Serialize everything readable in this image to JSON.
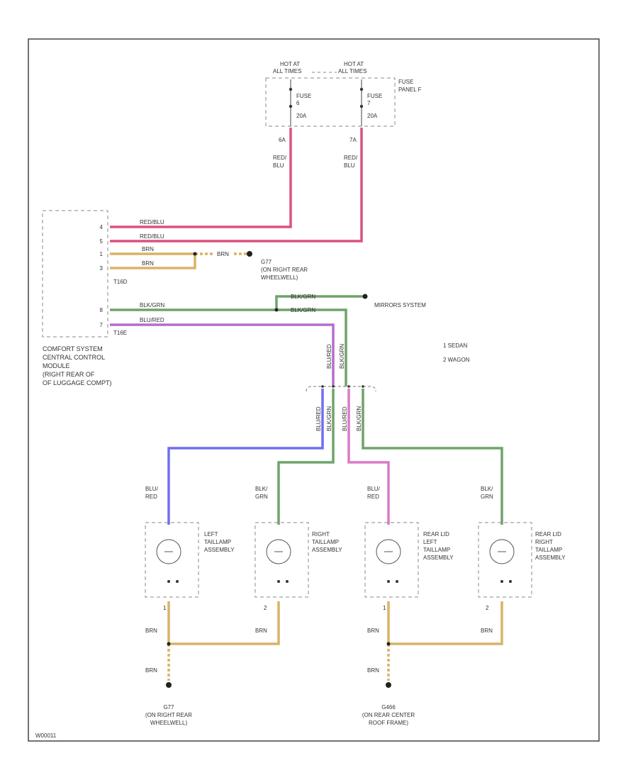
{
  "fuse_panel": {
    "hot_left": [
      "HOT AT",
      "ALL TIMES"
    ],
    "hot_right": [
      "HOT AT",
      "ALL TIMES"
    ],
    "fuse_left": [
      "FUSE",
      "6",
      "20A"
    ],
    "fuse_right": [
      "FUSE",
      "7",
      "20A"
    ],
    "panel_label": [
      "FUSE",
      "PANEL F"
    ],
    "pin_left": "6A",
    "pin_right": "7A",
    "wire_left": [
      "RED/",
      "BLU"
    ],
    "wire_right": [
      "RED/",
      "BLU"
    ]
  },
  "module": {
    "pins": [
      "4",
      "5",
      "1",
      "3",
      "8",
      "7"
    ],
    "wires": [
      "RED/BLU",
      "RED/BLU",
      "BRN",
      "BRN",
      "BLK/GRN",
      "BLU/RED"
    ],
    "conn_a": "T16D",
    "conn_b": "T16E",
    "label": [
      "COMFORT SYSTEM",
      "CENTRAL CONTROL",
      "MODULE",
      "(RIGHT REAR OF",
      "OF LUGGAGE COMPT)"
    ]
  },
  "ground_top": {
    "wire": "BRN",
    "label": [
      "G77",
      "(ON RIGHT REAR",
      "WHEELWELL)"
    ]
  },
  "splice": {
    "wire_a": "BLK/GRN",
    "wire_b": "BLK/GRN",
    "mirrors_label": "MIRRORS SYSTEM"
  },
  "legend": {
    "items": [
      "1  SEDAN",
      "2  WAGON"
    ]
  },
  "harness": {
    "upper": [
      "BLU/RED",
      "BLK/GRN"
    ],
    "lower": [
      "BLU/RED",
      "BLK/GRN",
      "BLU/RED",
      "BLK/GRN"
    ]
  },
  "lamps": [
    {
      "wire": [
        "BLU/",
        "RED"
      ],
      "label": [
        "LEFT",
        "TAILLAMP",
        "ASSEMBLY"
      ],
      "gnd_pin": "1",
      "gnd_wire": "BRN"
    },
    {
      "wire": [
        "BLK/",
        "GRN"
      ],
      "label": [
        "RIGHT",
        "TAILLAMP",
        "ASSEMBLY"
      ],
      "gnd_pin": "2",
      "gnd_wire": "BRN"
    },
    {
      "wire": [
        "BLU/",
        "RED"
      ],
      "label": [
        "REAR LID",
        "LEFT",
        "TAILLAMP",
        "ASSEMBLY"
      ],
      "gnd_pin": "1",
      "gnd_wire": "BRN"
    },
    {
      "wire": [
        "BLK/",
        "GRN"
      ],
      "label": [
        "REAR LID",
        "RIGHT",
        "TAILLAMP",
        "ASSEMBLY"
      ],
      "gnd_pin": "2",
      "gnd_wire": "BRN"
    }
  ],
  "grounds_bottom": [
    {
      "wire": "BRN",
      "label": [
        "G77",
        "(ON RIGHT REAR",
        "WHEELWELL)"
      ]
    },
    {
      "wire": "BRN",
      "label": [
        "G466",
        "(ON REAR CENTER",
        "ROOF FRAME)"
      ]
    }
  ],
  "footer_code": "W00011",
  "colors": {
    "red_blu": "#d9527e",
    "brn": "#d9b366",
    "blk_grn": "#6fa46a",
    "blu_red": "#b56ccf",
    "blu": "#6f6ef0",
    "pink": "#d97ac8"
  }
}
